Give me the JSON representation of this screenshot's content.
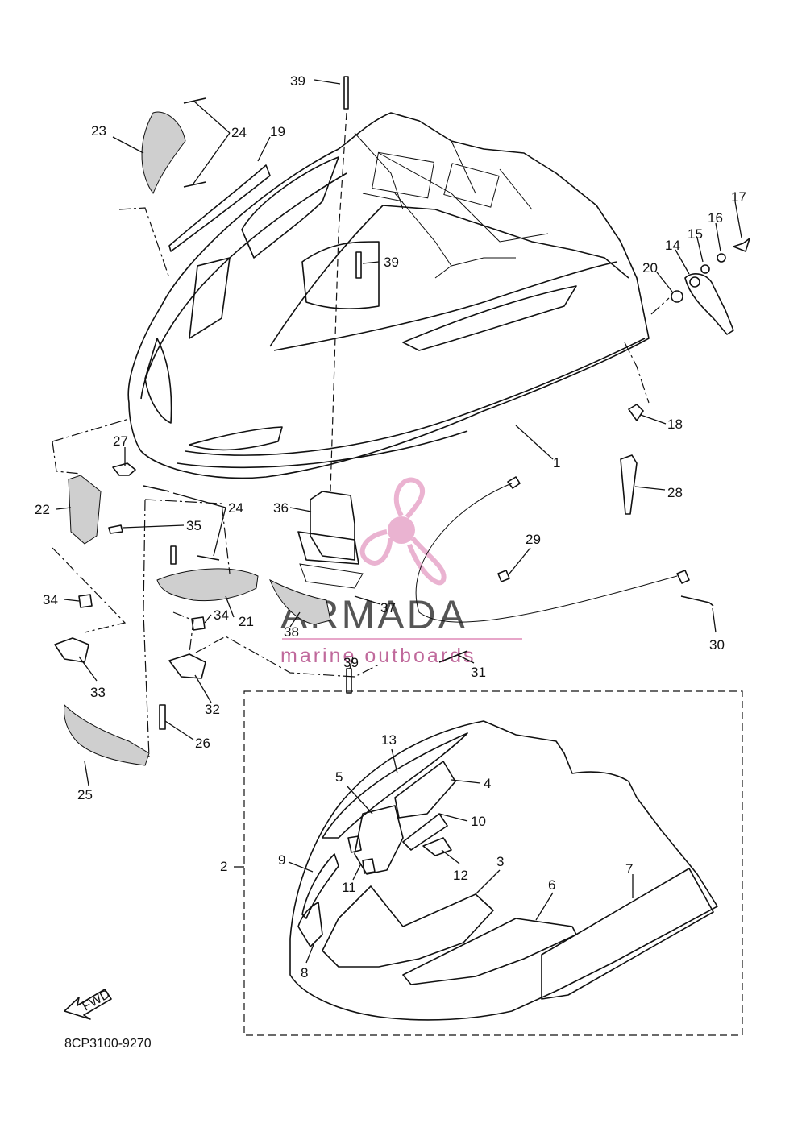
{
  "diagram_code": "8CP3100-9270",
  "fwd_label": "FWD",
  "watermark": {
    "brand": "ARMADA",
    "tagline": "marine outboards",
    "accent": "#e7a6c9"
  },
  "callouts": {
    "c1": "1",
    "c2": "2",
    "c3": "3",
    "c4": "4",
    "c5": "5",
    "c6": "6",
    "c7": "7",
    "c8": "8",
    "c9": "9",
    "c10": "10",
    "c11": "11",
    "c12": "12",
    "c13": "13",
    "c14": "14",
    "c15": "15",
    "c16": "16",
    "c17": "17",
    "c18": "18",
    "c19": "19",
    "c20": "20",
    "c21": "21",
    "c22": "22",
    "c23": "23",
    "c24a": "24",
    "c24b": "24",
    "c25": "25",
    "c26": "26",
    "c27": "27",
    "c28": "28",
    "c29": "29",
    "c30": "30",
    "c31": "31",
    "c32": "32",
    "c33": "33",
    "c34a": "34",
    "c34b": "34",
    "c35": "35",
    "c36": "36",
    "c37": "37",
    "c38": "38",
    "c39a": "39",
    "c39b": "39",
    "c39c": "39"
  }
}
